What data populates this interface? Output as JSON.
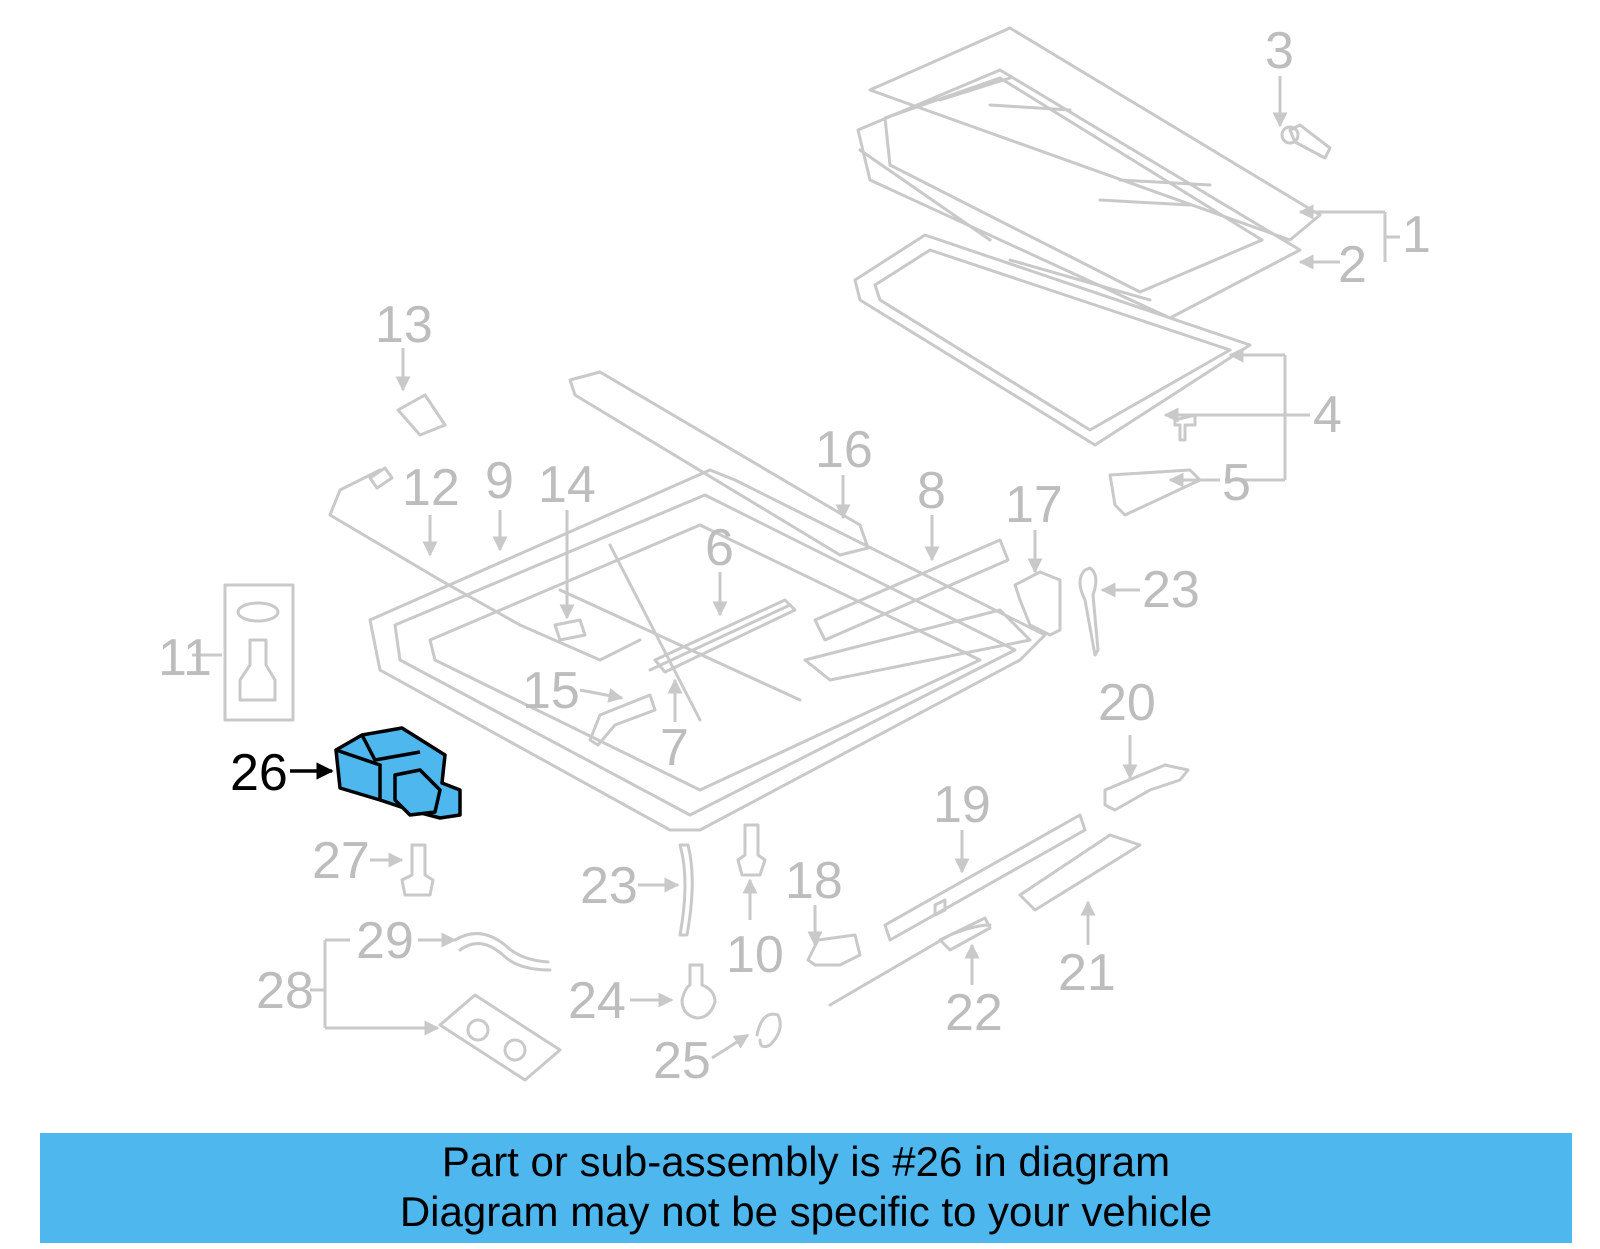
{
  "diagram": {
    "highlight_color": "#4db7ee",
    "line_color": "#c9c9c9",
    "highlighted_part": "26",
    "callouts": [
      "1",
      "2",
      "3",
      "4",
      "5",
      "6",
      "7",
      "8",
      "9",
      "10",
      "11",
      "12",
      "13",
      "14",
      "15",
      "16",
      "17",
      "18",
      "19",
      "20",
      "21",
      "22",
      "23",
      "23",
      "24",
      "25",
      "26",
      "27",
      "28",
      "29"
    ]
  },
  "banner": {
    "line1": "Part or sub-assembly is #26 in diagram",
    "line2": "Diagram may not be specific to your vehicle"
  }
}
